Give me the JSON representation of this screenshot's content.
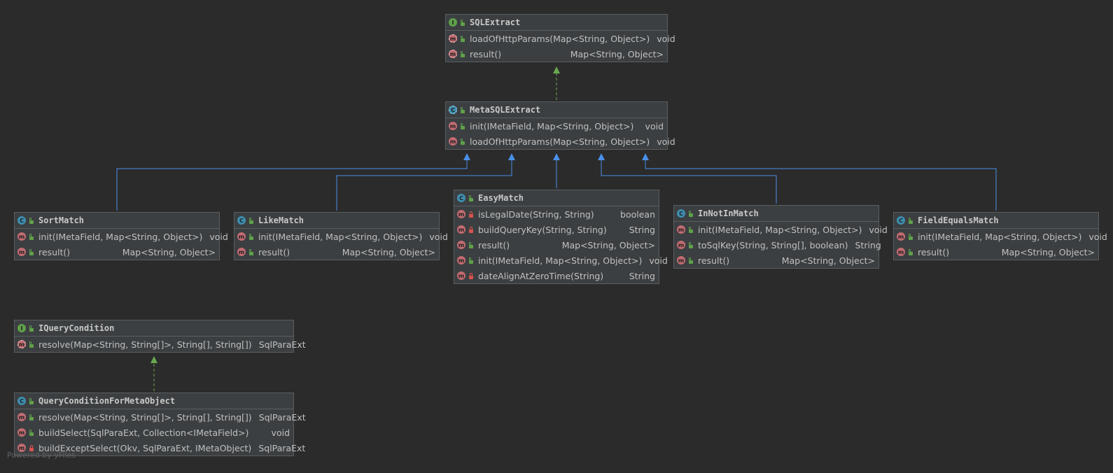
{
  "colors": {
    "background": "#2b2b2b",
    "node_fill": "#3c3f41",
    "node_border": "#5b5e60",
    "realization_edge": "#6aa84f",
    "inheritance_edge": "#4a8fe8"
  },
  "nodes": {
    "sqlextract": {
      "title": "SQLExtract",
      "kind": "I",
      "members": [
        {
          "sig": "loadOfHttpParams(Map<String, Object>)",
          "ret": "void",
          "kind": "m",
          "vis": "public"
        },
        {
          "sig": "result()",
          "ret": "Map<String, Object>",
          "kind": "m",
          "vis": "public"
        }
      ]
    },
    "metasqlextract": {
      "title": "MetaSQLExtract",
      "kind": "C",
      "members": [
        {
          "sig": "init(IMetaField, Map<String, Object>)",
          "ret": "void",
          "kind": "m",
          "vis": "public"
        },
        {
          "sig": "loadOfHttpParams(Map<String, Object>)",
          "ret": "void",
          "kind": "m",
          "vis": "public"
        }
      ]
    },
    "sortmatch": {
      "title": "SortMatch",
      "kind": "C",
      "members": [
        {
          "sig": "init(IMetaField, Map<String, Object>)",
          "ret": "void",
          "kind": "m",
          "vis": "public"
        },
        {
          "sig": "result()",
          "ret": "Map<String, Object>",
          "kind": "m",
          "vis": "public"
        }
      ]
    },
    "likematch": {
      "title": "LikeMatch",
      "kind": "C",
      "members": [
        {
          "sig": "init(IMetaField, Map<String, Object>)",
          "ret": "void",
          "kind": "m",
          "vis": "public"
        },
        {
          "sig": "result()",
          "ret": "Map<String, Object>",
          "kind": "m",
          "vis": "public"
        }
      ]
    },
    "easymatch": {
      "title": "EasyMatch",
      "kind": "C",
      "members": [
        {
          "sig": "isLegalDate(String, String)",
          "ret": "boolean",
          "kind": "m",
          "vis": "private"
        },
        {
          "sig": "buildQueryKey(String, String)",
          "ret": "String",
          "kind": "m",
          "vis": "private"
        },
        {
          "sig": "result()",
          "ret": "Map<String, Object>",
          "kind": "m",
          "vis": "public"
        },
        {
          "sig": "init(IMetaField, Map<String, Object>)",
          "ret": "void",
          "kind": "m",
          "vis": "public"
        },
        {
          "sig": "dateAlignAtZeroTime(String)",
          "ret": "String",
          "kind": "m",
          "vis": "private"
        }
      ]
    },
    "innotinmatch": {
      "title": "InNotInMatch",
      "kind": "C",
      "members": [
        {
          "sig": "init(IMetaField, Map<String, Object>)",
          "ret": "void",
          "kind": "m",
          "vis": "public"
        },
        {
          "sig": "toSqlKey(String, String[], boolean)",
          "ret": "String",
          "kind": "m",
          "vis": "public"
        },
        {
          "sig": "result()",
          "ret": "Map<String, Object>",
          "kind": "m",
          "vis": "public"
        }
      ]
    },
    "fieldequalsmatch": {
      "title": "FieldEqualsMatch",
      "kind": "C",
      "members": [
        {
          "sig": "init(IMetaField, Map<String, Object>)",
          "ret": "void",
          "kind": "m",
          "vis": "public"
        },
        {
          "sig": "result()",
          "ret": "Map<String, Object>",
          "kind": "m",
          "vis": "public"
        }
      ]
    },
    "iquerycondition": {
      "title": "IQueryCondition",
      "kind": "I",
      "members": [
        {
          "sig": "resolve(Map<String, String[]>, String[], String[])",
          "ret": "SqlParaExt",
          "kind": "m",
          "vis": "public"
        }
      ]
    },
    "queryconditionformetaobject": {
      "title": "QueryConditionForMetaObject",
      "kind": "C",
      "members": [
        {
          "sig": "resolve(Map<String, String[]>, String[], String[])",
          "ret": "SqlParaExt",
          "kind": "m",
          "vis": "public"
        },
        {
          "sig": "buildSelect(SqlParaExt, Collection<IMetaField>)",
          "ret": "void",
          "kind": "m",
          "vis": "public"
        },
        {
          "sig": "buildExceptSelect(Okv, SqlParaExt, IMetaObject)",
          "ret": "SqlParaExt",
          "kind": "m",
          "vis": "private"
        }
      ]
    }
  },
  "watermark": "Powered by yFiles"
}
